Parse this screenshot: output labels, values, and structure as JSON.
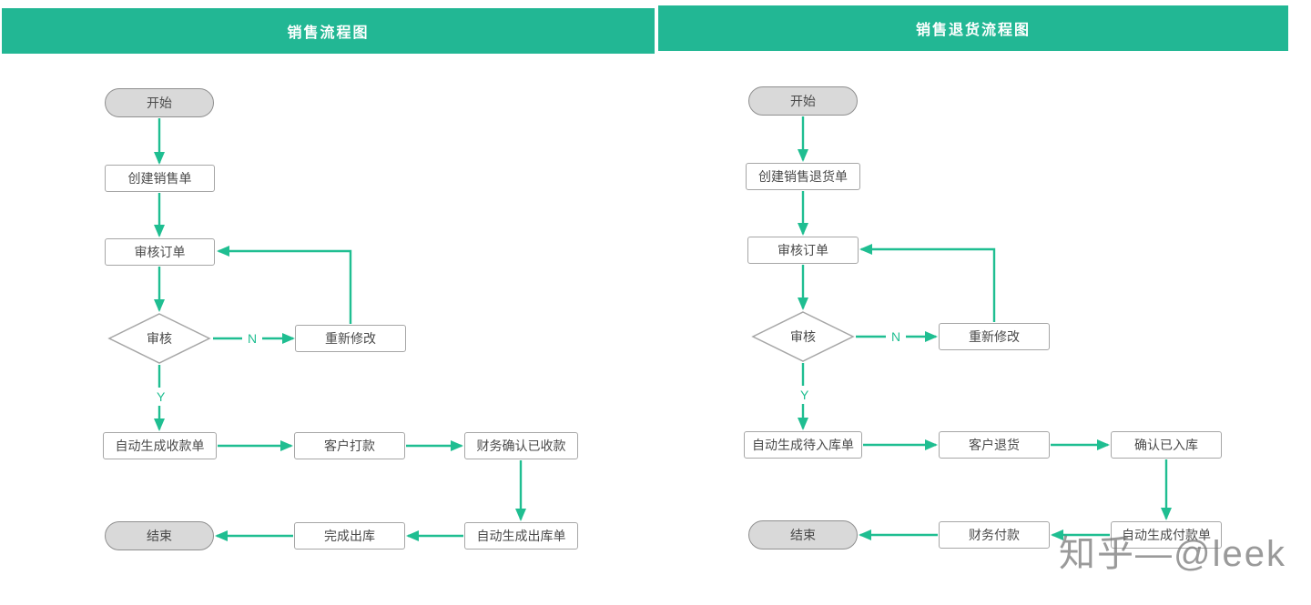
{
  "charts": {
    "left": {
      "title": "销售流程图",
      "nodes": {
        "start": "开始",
        "create_order": "创建销售单",
        "review_order": "审核订单",
        "review_decision": "审核",
        "revise": "重新修改",
        "auto_receipt": "自动生成收款单",
        "customer_payment": "客户打款",
        "finance_confirm": "财务确认已收款",
        "auto_outbound": "自动生成出库单",
        "complete_outbound": "完成出库",
        "end": "结束"
      },
      "branch_labels": {
        "no": "N",
        "yes": "Y"
      }
    },
    "right": {
      "title": "销售退货流程图",
      "nodes": {
        "start": "开始",
        "create_return": "创建销售退货单",
        "review_order": "审核订单",
        "review_decision": "审核",
        "revise": "重新修改",
        "auto_pending_inbound": "自动生成待入库单",
        "customer_return": "客户退货",
        "confirm_inbound": "确认已入库",
        "auto_payment": "自动生成付款单",
        "finance_payment": "财务付款",
        "end": "结束"
      },
      "branch_labels": {
        "no": "N",
        "yes": "Y"
      }
    },
    "watermark": "知乎—@leek"
  },
  "colors": {
    "header_green": "#22B794",
    "arrow_green": "#1FBE91",
    "node_border": "#A6A6A6",
    "pill_fill": "#D9D9D9",
    "pill_border": "#8F8F8F",
    "text_color": "#4A4A4A"
  }
}
